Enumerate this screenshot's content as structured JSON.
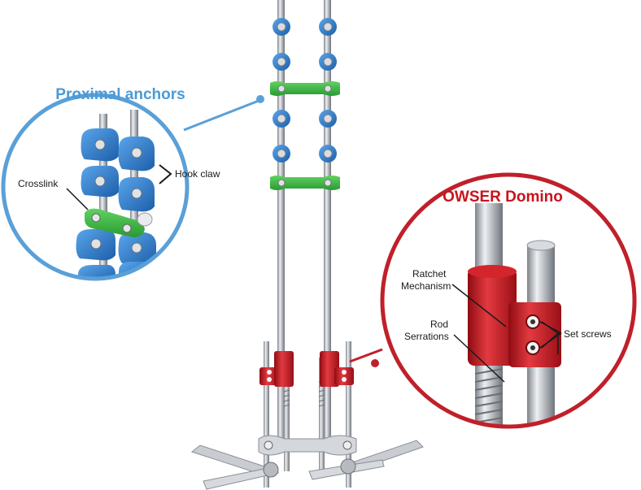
{
  "callouts": {
    "proximal": {
      "title": "Proximal anchors",
      "labels": {
        "hook_claw": "Hook claw",
        "crosslink": "Crosslink"
      }
    },
    "domino": {
      "title": "OWSER Domino",
      "labels": {
        "ratchet_line1": "Ratchet",
        "ratchet_line2": "Mechanism",
        "rod_line1": "Rod",
        "rod_line2": "Serrations",
        "set_screws": "Set screws"
      }
    }
  },
  "colors": {
    "blue_accent": "#5aa0d8",
    "red_accent": "#c0202a",
    "hook_blue": "#2a78c8",
    "crosslink_green": "#3cb043",
    "domino_red": "#c8141e",
    "rod_silver": "#b8bcc2"
  }
}
